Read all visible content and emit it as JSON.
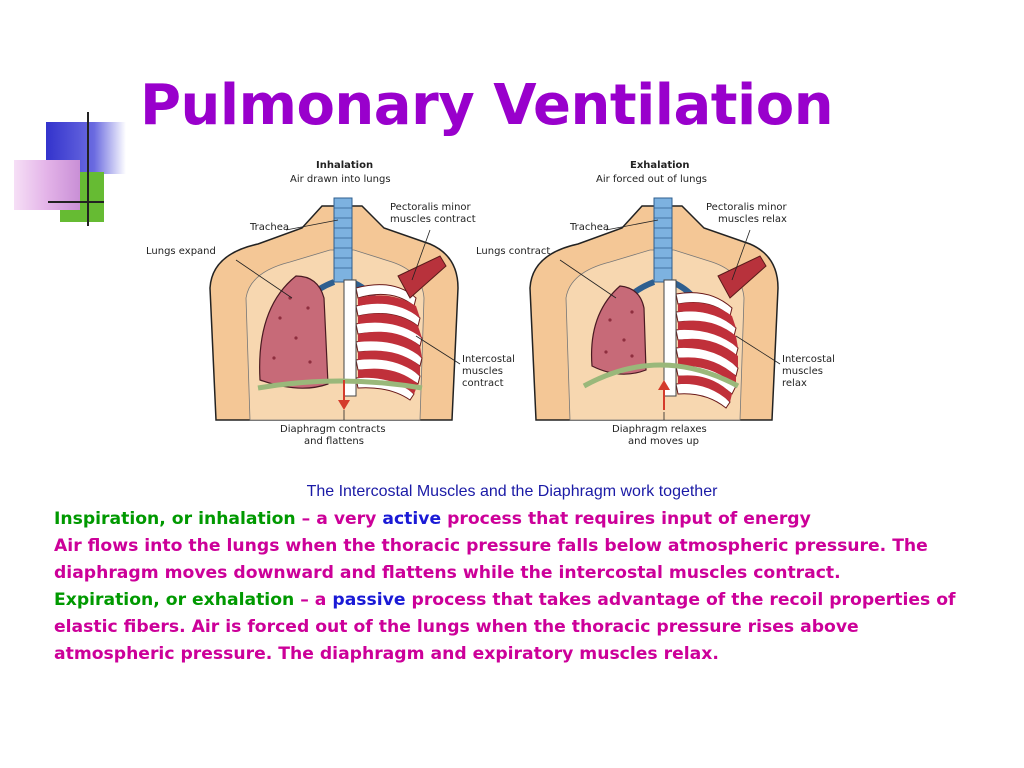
{
  "slide": {
    "title": "Pulmonary Ventilation",
    "caption": "The Intercostal Muscles and the Diaphragm work together"
  },
  "diagram": {
    "left": {
      "heading": "Inhalation",
      "subheading": "Air drawn into lungs",
      "trachea": "Trachea",
      "lungs": "Lungs expand",
      "pectoralis_1": "Pectoralis minor",
      "pectoralis_2": "muscles contract",
      "intercostal_1": "Intercostal",
      "intercostal_2": "muscles",
      "intercostal_3": "contract",
      "diaphragm_1": "Diaphragm contracts",
      "diaphragm_2": "and flattens"
    },
    "right": {
      "heading": "Exhalation",
      "subheading": "Air forced out of lungs",
      "trachea": "Trachea",
      "lungs": "Lungs contract",
      "pectoralis_1": "Pectoralis minor",
      "pectoralis_2": "muscles relax",
      "intercostal_1": "Intercostal",
      "intercostal_2": "muscles",
      "intercostal_3": "relax",
      "diaphragm_1": "Diaphragm relaxes",
      "diaphragm_2": "and moves up"
    }
  },
  "text": {
    "insp_term": "Inspiration, or inhalation",
    "insp_dash": " – a very ",
    "insp_kw": "active",
    "insp_rest": " process that requires input of energy",
    "insp_line2": "Air flows into the lungs when the thoracic pressure falls below atmospheric pressure. The diaphragm moves downward and flattens while the intercostal muscles contract.",
    "exp_term": "Expiration, or exhalation",
    "exp_dash": " – a ",
    "exp_kw": "passive",
    "exp_rest": " process that takes advantage of the recoil properties of elastic fibers.  Air is forced out of the lungs when the thoracic pressure rises above atmospheric pressure. The diaphragm and expiratory muscles relax."
  },
  "colors": {
    "title": "#9900cc",
    "body_text": "#cc0099",
    "term_green": "#009900",
    "keyword_blue": "#1a1ad6",
    "caption": "#1a1aa6"
  }
}
